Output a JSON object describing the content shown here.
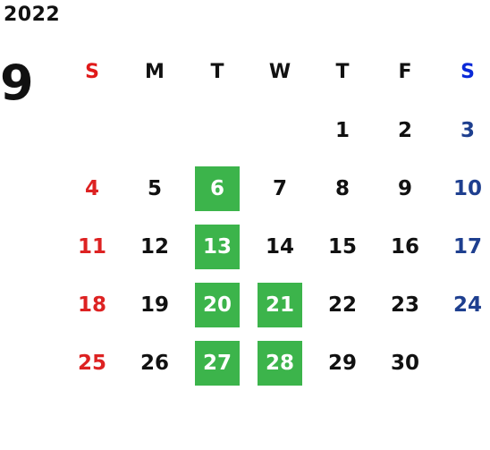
{
  "year": "2022",
  "month": "9",
  "weekdays": [
    "S",
    "M",
    "T",
    "W",
    "T",
    "F",
    "S"
  ],
  "weeks": [
    [
      "",
      "",
      "",
      "",
      "1",
      "2",
      "3"
    ],
    [
      "4",
      "5",
      "6",
      "7",
      "8",
      "9",
      "10"
    ],
    [
      "11",
      "12",
      "13",
      "14",
      "15",
      "16",
      "17"
    ],
    [
      "18",
      "19",
      "20",
      "21",
      "22",
      "23",
      "24"
    ],
    [
      "25",
      "26",
      "27",
      "28",
      "29",
      "30",
      ""
    ]
  ],
  "highlighted_days": [
    "6",
    "13",
    "20",
    "21",
    "27",
    "28"
  ],
  "colors": {
    "highlight": "#3cb44b",
    "sunday": "#dd2222",
    "saturday": "#1e3f8f",
    "weekday": "#111111"
  }
}
